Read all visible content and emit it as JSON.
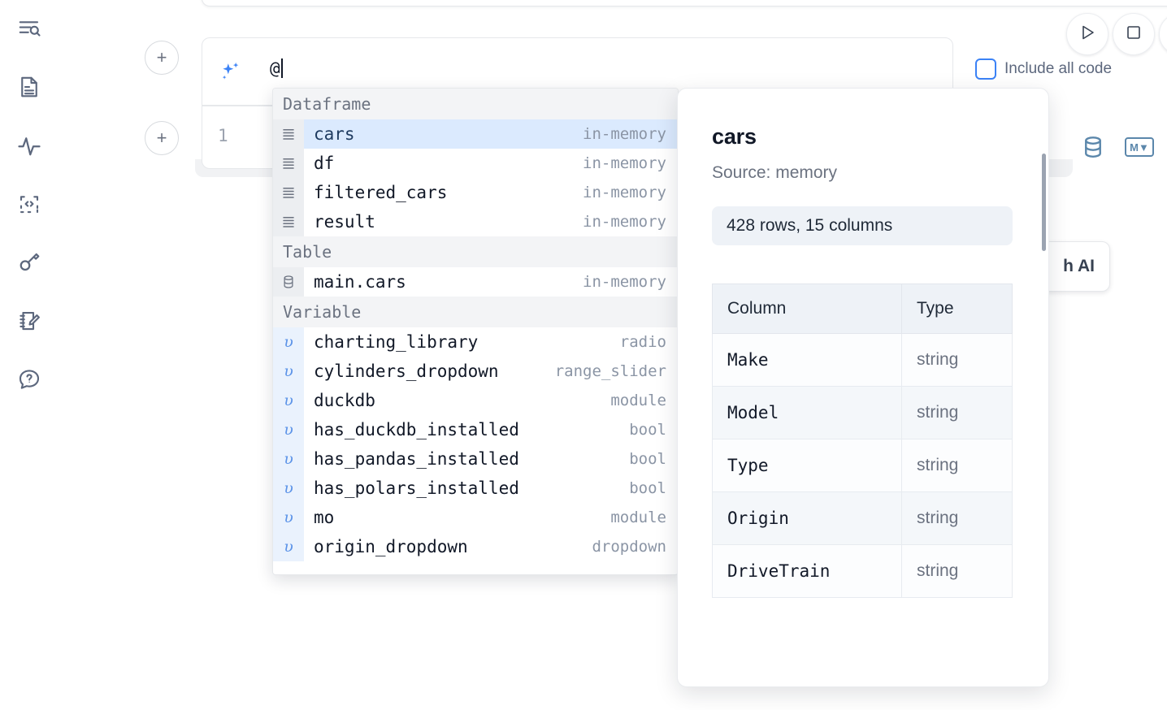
{
  "app": {
    "sidebar": {
      "items": [
        {
          "name": "explore-outline-icon",
          "label": "Outline"
        },
        {
          "name": "file-document-icon",
          "label": "Files"
        },
        {
          "name": "activity-pulse-icon",
          "label": "Activity"
        },
        {
          "name": "code-snippet-icon",
          "label": "Snippets"
        },
        {
          "name": "key-icon",
          "label": "Secrets"
        },
        {
          "name": "notebook-edit-icon",
          "label": "Scratchpad"
        },
        {
          "name": "help-chat-icon",
          "label": "Help"
        }
      ]
    },
    "toolbar": {
      "run_label": "Run",
      "stop_label": "Stop",
      "include_all_code_label": "Include all code",
      "include_all_code_checked": false
    },
    "ai_prompt": {
      "value": "@",
      "icon": "sparkle-icon"
    },
    "code_cell": {
      "line_number": "1",
      "database_icon": "database-icon",
      "markdown_icon_label": "M"
    },
    "floating_card": {
      "label": "h AI"
    },
    "autocomplete": {
      "groups": [
        {
          "label": "Dataframe",
          "icon": "dataframe-icon",
          "gutter_kind": "df",
          "items": [
            {
              "name": "cars",
              "meta": "in-memory",
              "selected": true
            },
            {
              "name": "df",
              "meta": "in-memory",
              "selected": false
            },
            {
              "name": "filtered_cars",
              "meta": "in-memory",
              "selected": false
            },
            {
              "name": "result",
              "meta": "in-memory",
              "selected": false
            }
          ]
        },
        {
          "label": "Table",
          "icon": "database-icon",
          "gutter_kind": "tbl",
          "items": [
            {
              "name": "main.cars",
              "meta": "in-memory",
              "selected": false
            }
          ]
        },
        {
          "label": "Variable",
          "icon": "variable-icon",
          "gutter_kind": "var",
          "items": [
            {
              "name": "charting_library",
              "meta": "radio",
              "selected": false
            },
            {
              "name": "cylinders_dropdown",
              "meta": "range_slider",
              "selected": false
            },
            {
              "name": "duckdb",
              "meta": "module",
              "selected": false
            },
            {
              "name": "has_duckdb_installed",
              "meta": "bool",
              "selected": false
            },
            {
              "name": "has_pandas_installed",
              "meta": "bool",
              "selected": false
            },
            {
              "name": "has_polars_installed",
              "meta": "bool",
              "selected": false
            },
            {
              "name": "mo",
              "meta": "module",
              "selected": false
            },
            {
              "name": "origin_dropdown",
              "meta": "dropdown",
              "selected": false
            }
          ]
        }
      ]
    },
    "preview_panel": {
      "title": "cars",
      "source": "Source: memory",
      "shape": "428 rows, 15 columns",
      "table": {
        "headers": [
          "Column",
          "Type"
        ],
        "rows": [
          {
            "column": "Make",
            "type": "string"
          },
          {
            "column": "Model",
            "type": "string"
          },
          {
            "column": "Type",
            "type": "string"
          },
          {
            "column": "Origin",
            "type": "string"
          },
          {
            "column": "DriveTrain",
            "type": "string"
          }
        ]
      }
    }
  }
}
